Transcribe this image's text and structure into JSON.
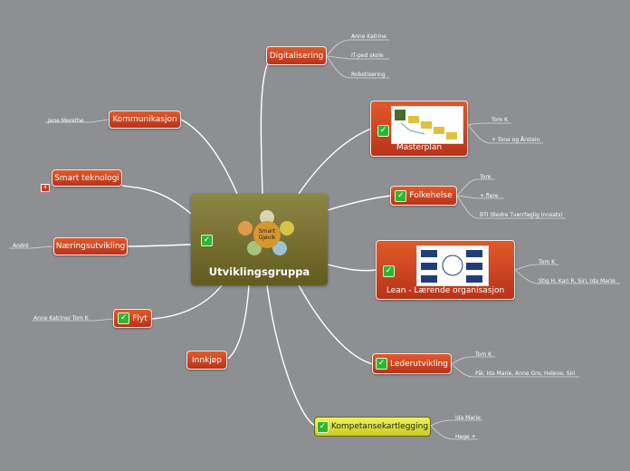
{
  "center": {
    "title": "Utviklingsgruppa",
    "image_label_line1": "Smart",
    "image_label_line2": "Gjøvik"
  },
  "nodes": {
    "digitalisering": {
      "label": "Digitalisering",
      "leaves": [
        "Anne Katrine",
        "IT-ped skole",
        "Robotisering"
      ]
    },
    "masterplan": {
      "label": "Masterplan",
      "leaves": [
        "Tom K",
        "+ Tone og Årstein"
      ]
    },
    "folkehelse": {
      "label": "Folkehelse",
      "leaves": [
        "Tore",
        "+ flere",
        "BTI (Bedre Tverrfaglig Innsats)"
      ]
    },
    "lean": {
      "label": "Lean - Lærende organisasjon",
      "leaves": [
        "Tom K",
        "Stig H, Kari R, Siri, Ida Marie"
      ]
    },
    "lederutvikling": {
      "label": "Lederutvikling",
      "leaves": [
        "Tom K",
        "Pål, Ida Marie, Anne Gro, Helene, Siri"
      ]
    },
    "kompetanse": {
      "label": "Kompetansekartlegging",
      "leaves": [
        "Ida Marie",
        "Hege +"
      ]
    },
    "kommunikasjon": {
      "label": "Kommunikasjon",
      "leaves": [
        "Jane Merethe"
      ]
    },
    "smart_teknologi": {
      "label": "Smart teknologi",
      "badge": "4"
    },
    "naeringsutvikling": {
      "label": "Næringsutvikling",
      "leaves": [
        "André"
      ]
    },
    "flyt": {
      "label": "Flyt",
      "leaves": [
        "Anne Katrine/ Tom K"
      ]
    },
    "innkjop": {
      "label": "Innkjøp"
    }
  },
  "colors": {
    "background": "#8d8f93",
    "topic_red": "#c9401f",
    "topic_yellow": "#e4e83a",
    "center_olive": "#7a7333",
    "check_green": "#2fb52f",
    "connector": "#ffffff"
  }
}
